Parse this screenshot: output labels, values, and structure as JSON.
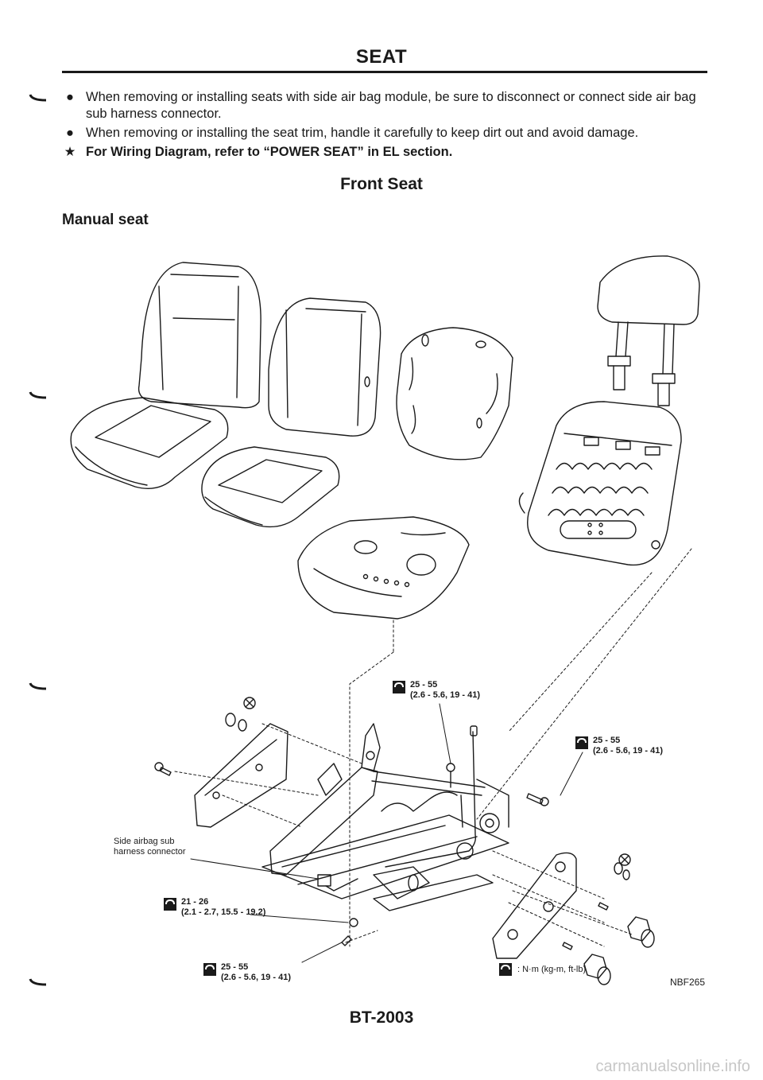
{
  "header": {
    "title": "SEAT"
  },
  "notes": [
    {
      "bullet": "●",
      "text": "When removing or installing seats with side air bag module, be sure to disconnect or connect side air bag sub harness connector."
    },
    {
      "bullet": "●",
      "text": "When removing or installing the seat trim, handle it carefully to keep dirt out and avoid damage."
    },
    {
      "bullet": "★",
      "text": "For Wiring Diagram, refer to “POWER SEAT” in EL section."
    }
  ],
  "section": {
    "title": "Front Seat",
    "subtitle": "Manual seat"
  },
  "diagram": {
    "connector_label_line1": "Side airbag sub",
    "connector_label_line2": "harness connector",
    "torques": [
      {
        "value": "25 - 55",
        "detail": "(2.6 - 5.6, 19 - 41)"
      },
      {
        "value": "25 - 55",
        "detail": "(2.6 - 5.6, 19 - 41)"
      },
      {
        "value": "21 - 26",
        "detail": "(2.1 - 2.7, 15.5 - 19.2)"
      },
      {
        "value": "25 - 55",
        "detail": "(2.6 - 5.6, 19 - 41)"
      }
    ],
    "legend": ": N·m (kg-m, ft-lb)",
    "figure_code": "NBF265"
  },
  "footer": {
    "page_number": "BT-2003"
  },
  "watermark": "carmanualsonline.info",
  "icons": [
    "wrench-icon",
    "bullet-icon",
    "star-icon",
    "do-not-reuse-icon"
  ]
}
